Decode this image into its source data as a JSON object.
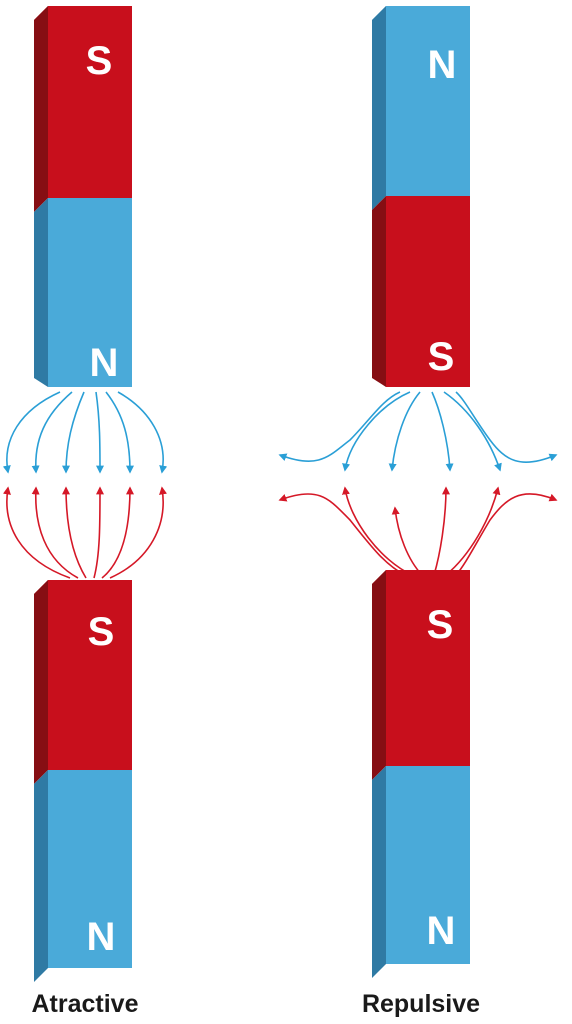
{
  "colors": {
    "red_front": "#c80f1c",
    "red_side": "#860e13",
    "red_top": "#e23a45",
    "blue_front": "#4aaad9",
    "blue_side": "#2f7aa4",
    "blue_top": "#8ed2f0",
    "field_blue": "#2a9fd6",
    "field_red": "#d51827"
  },
  "attractive": {
    "caption": "Atractive",
    "upper_magnet": {
      "top_pole": "S",
      "bottom_pole": "N"
    },
    "lower_magnet": {
      "top_pole": "S",
      "bottom_pole": "N"
    }
  },
  "repulsive": {
    "caption": "Repulsive",
    "upper_magnet": {
      "top_pole": "N",
      "bottom_pole": "S"
    },
    "lower_magnet": {
      "top_pole": "S",
      "bottom_pole": "N"
    }
  }
}
